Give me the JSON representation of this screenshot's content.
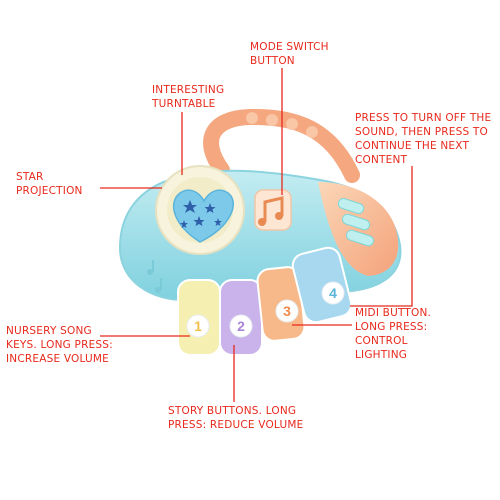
{
  "labels": {
    "mode_switch": "MODE SWITCH\nBUTTON",
    "turntable": "INTERESTING\nTURNTABLE",
    "star_projection": "STAR\nPROJECTION",
    "press_off": "PRESS TO TURN OFF THE\nSOUND, THEN PRESS TO\nCONTINUE THE NEXT\nCONTENT",
    "midi_button": "MIDI BUTTON.\nLONG PRESS:\nCONTROL\nLIGHTING",
    "nursery_keys": "NURSERY SONG\nKEYS. LONG PRESS:\nINCREASE VOLUME",
    "story_buttons": "STORY BUTTONS. LONG\nPRESS: REDUCE VOLUME"
  },
  "keys": [
    {
      "number": "1",
      "color": "#f6efb2"
    },
    {
      "number": "2",
      "color": "#c9b3ea"
    },
    {
      "number": "3",
      "color": "#f7b98a"
    },
    {
      "number": "4",
      "color": "#a8d8f0"
    }
  ],
  "colors": {
    "label_red": "#e8291c",
    "body_blue": "#a9e0ea",
    "handle_orange": "#f5a77f",
    "cream_panel": "#f7f3dc"
  }
}
